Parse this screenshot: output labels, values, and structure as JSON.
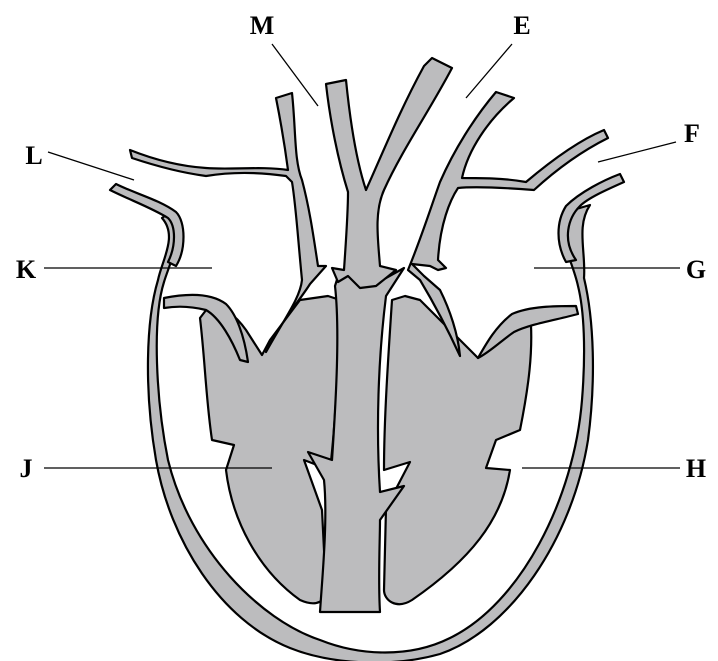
{
  "diagram": {
    "colors": {
      "tissue": "#bcbcbe",
      "outline": "#000000",
      "background": "#ffffff"
    },
    "labels": {
      "M": "M",
      "E": "E",
      "F": "F",
      "G": "G",
      "H": "H",
      "J": "J",
      "K": "K",
      "L": "L"
    }
  }
}
